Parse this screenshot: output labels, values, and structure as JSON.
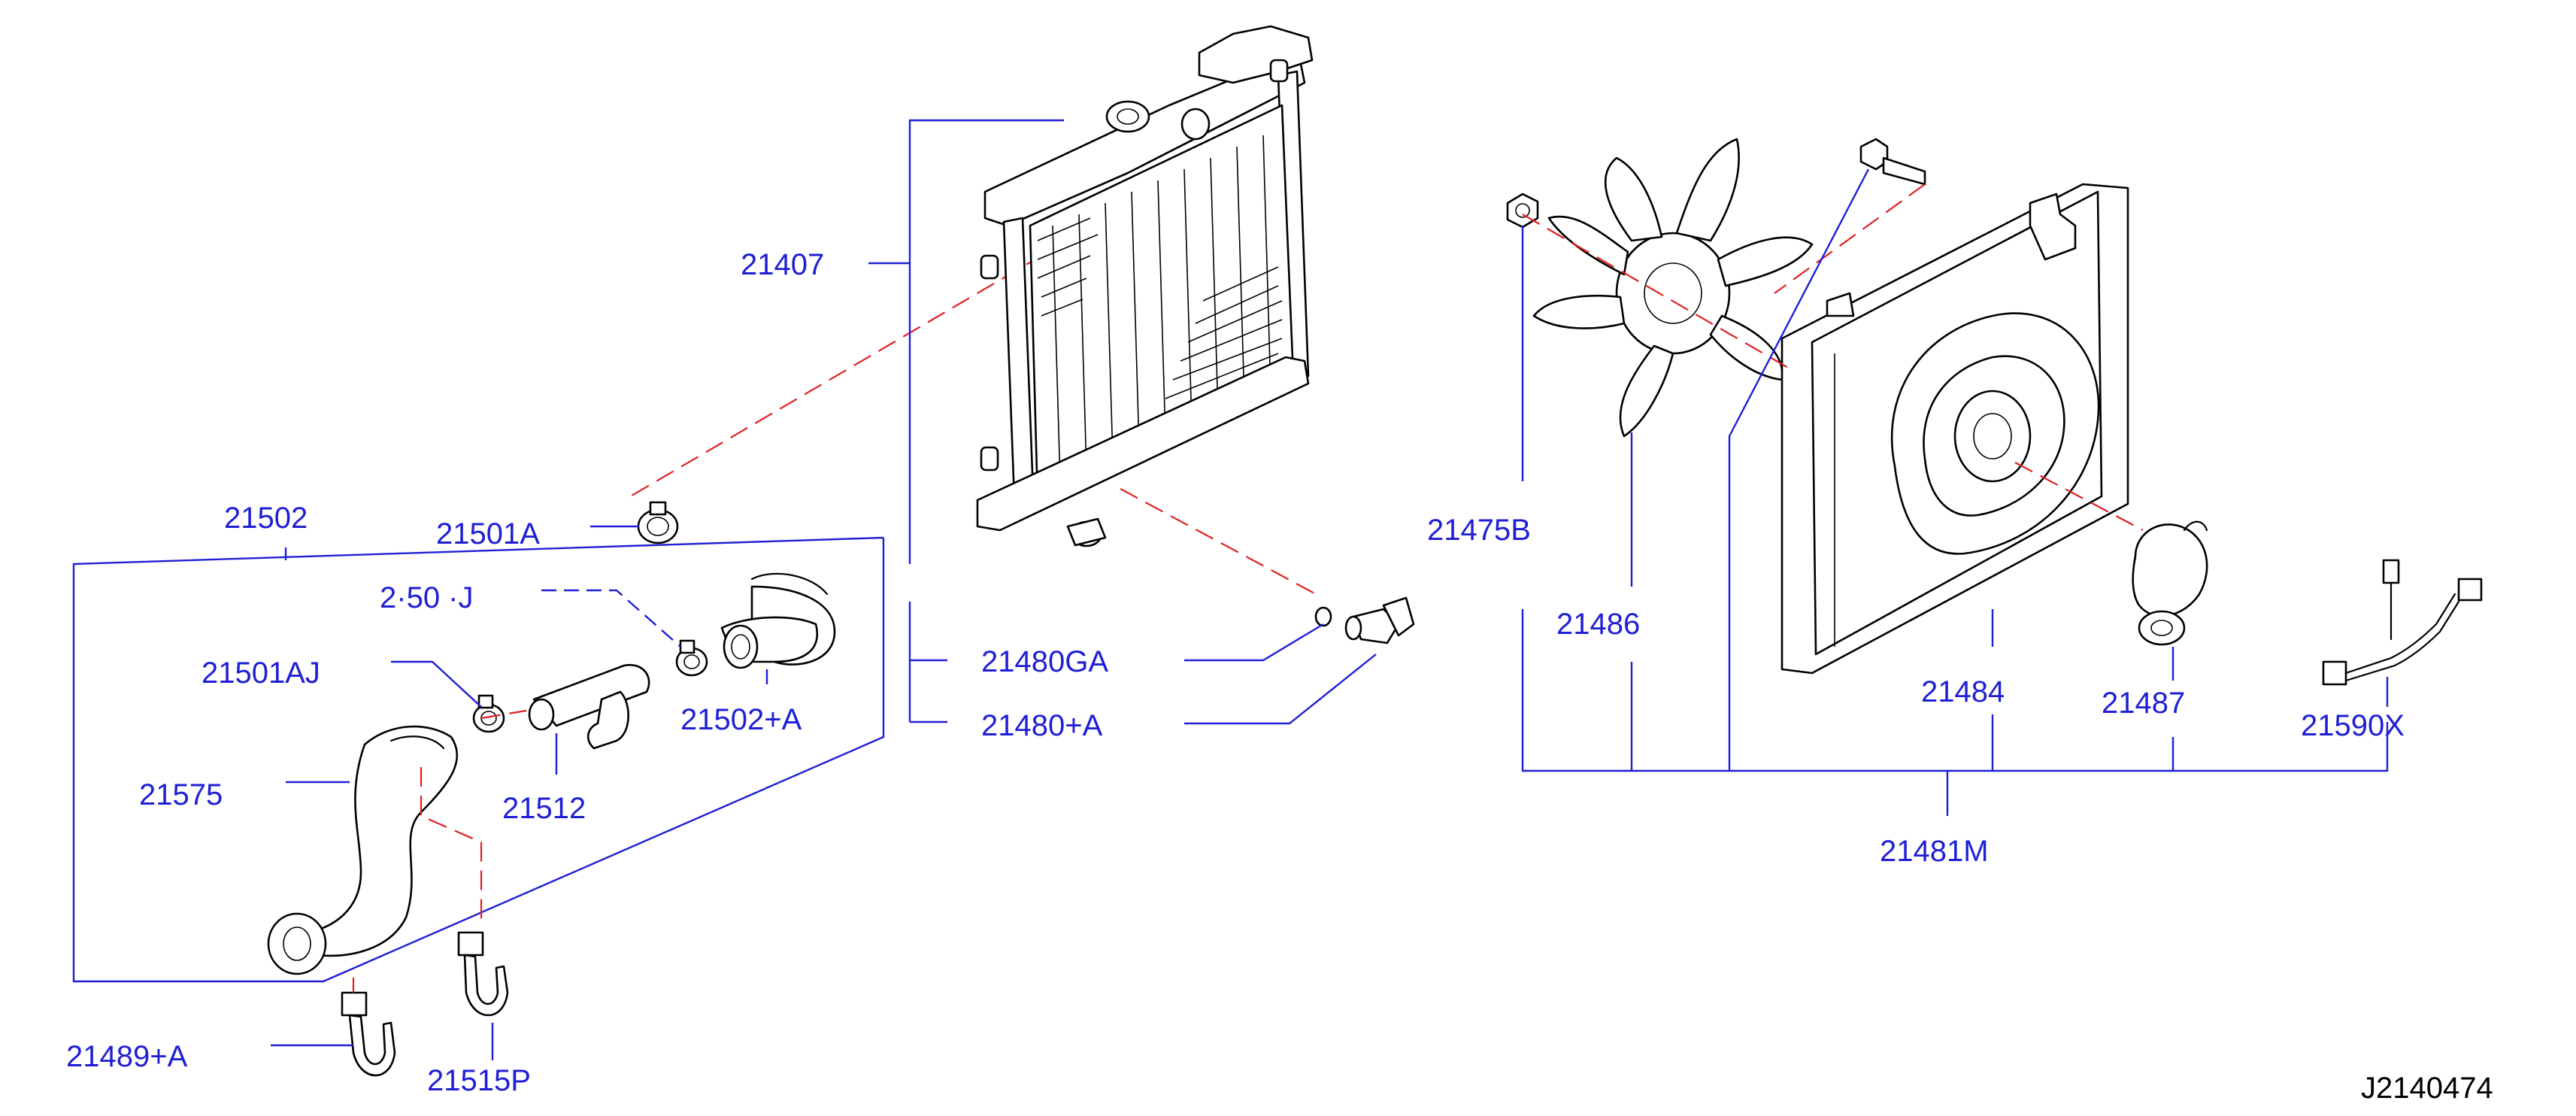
{
  "colors": {
    "label": "#1f1fd6",
    "leader": "#1f1fd6",
    "phantom_line": "#e02020",
    "drawing": "#000000"
  },
  "labels": {
    "p21407": "21407",
    "p21502": "21502",
    "p21501A": "21501A",
    "p21501AJ_partial": "2·50 ·J",
    "p21501AJ": "21501AJ",
    "p21502A": "21502+A",
    "p21575": "21575",
    "p21512": "21512",
    "p21489A": "21489+A",
    "p21515P": "21515P",
    "p21480GA": "21480GA",
    "p21480A": "21480+A",
    "p21475B": "21475B",
    "p21486": "21486",
    "p21484": "21484",
    "p21487": "21487",
    "p21590X": "21590X",
    "p21481M": "21481M"
  },
  "diagram_ref": "J2140474",
  "parts": {
    "radiator": "radiator-core",
    "fan_shroud": "fan-shroud",
    "fan_blade": "fan-blade",
    "fan_motor": "fan-motor",
    "upper_hose": "upper-hose",
    "lower_hose": "lower-hose",
    "pipe": "water-pipe",
    "drain_plug": "drain-cock",
    "clamps": "hose-clamp",
    "nut": "nut",
    "bolt": "bolt",
    "harness": "fan-harness"
  }
}
